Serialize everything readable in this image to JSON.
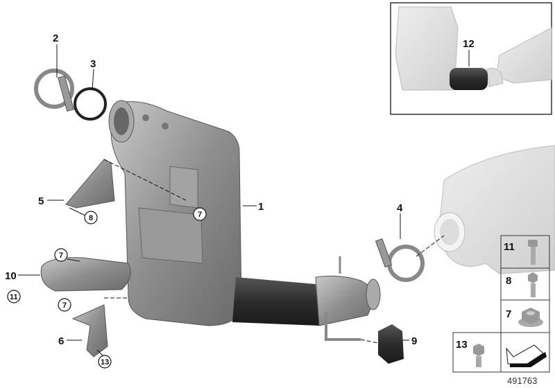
{
  "diagram": {
    "part_labels": {
      "p1": "1",
      "p2": "2",
      "p3": "3",
      "p4": "4",
      "p5": "5",
      "p6": "6",
      "p9": "9",
      "p10": "10",
      "p12": "12"
    },
    "callouts": {
      "c7a": "7",
      "c8": "8",
      "c7b": "7",
      "c11": "11",
      "c7c": "7",
      "c13": "13"
    },
    "legend": {
      "l11": "11",
      "l8": "8",
      "l7": "7",
      "l13": "13"
    },
    "reference_number": "491763"
  }
}
